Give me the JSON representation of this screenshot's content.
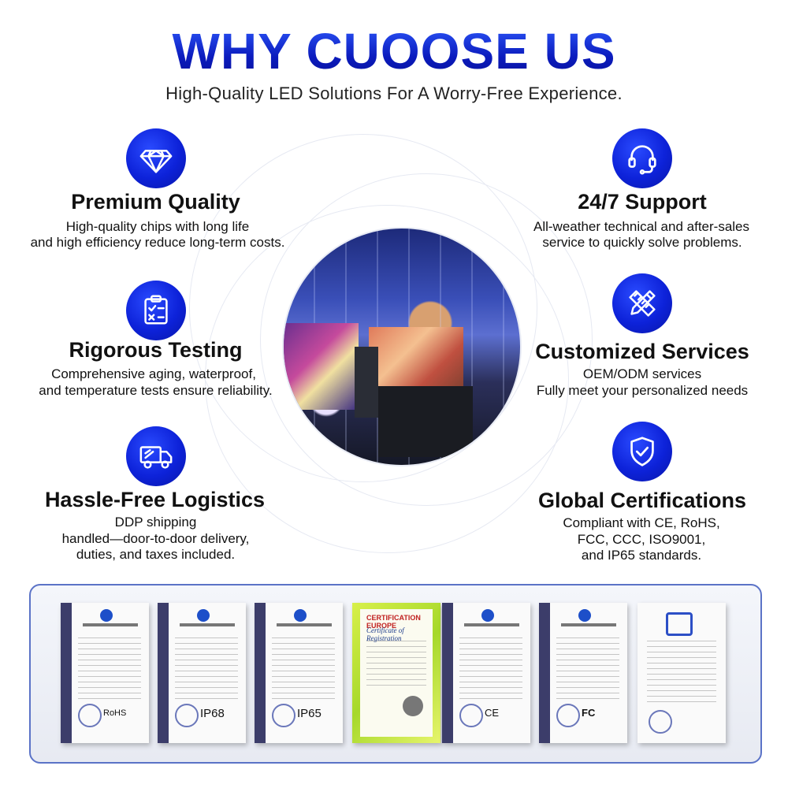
{
  "header": {
    "title": "WHY CUOOSE US",
    "subtitle": "High-Quality LED Solutions For A Worry-Free Experience."
  },
  "features": {
    "premium_quality": {
      "icon": "diamond-icon",
      "title": "Premium Quality",
      "desc_line1": "High-quality chips with long life",
      "desc_line2": "and high efficiency reduce long-term costs."
    },
    "rigorous_testing": {
      "icon": "checklist-icon",
      "title": "Rigorous Testing",
      "desc_line1": "Comprehensive aging, waterproof,",
      "desc_line2": "and temperature tests ensure reliability."
    },
    "hassle_free_logistics": {
      "icon": "truck-icon",
      "title": "Hassle-Free Logistics",
      "desc_line1": "DDP shipping",
      "desc_line2": "handled—door-to-door delivery,",
      "desc_line3": "duties, and taxes included."
    },
    "support": {
      "icon": "headset-icon",
      "title": "24/7 Support",
      "desc_line1": "All-weather technical and after-sales",
      "desc_line2": "service to quickly solve problems."
    },
    "customized_services": {
      "icon": "pencil-ruler-icon",
      "title": "Customized Services",
      "desc_line1": "OEM/ODM services",
      "desc_line2": "Fully meet your personalized needs"
    },
    "global_certifications": {
      "icon": "shield-check-icon",
      "title": "Global Certifications",
      "desc_line1": "Compliant with CE, RoHS,",
      "desc_line2": "FCC, CCC, ISO9001,",
      "desc_line3": "and IP65 standards."
    }
  },
  "certificates": {
    "rohs": "RoHS",
    "ip68": "IP68",
    "ip65": "IP65",
    "iso_header": "CERTIFICATION EUROPE",
    "iso_title": "Certificate of Registration",
    "ce": "CE",
    "fcc": "FC"
  },
  "colors": {
    "accent_blue": "#0d22d9",
    "panel_border": "#5b73c7"
  }
}
